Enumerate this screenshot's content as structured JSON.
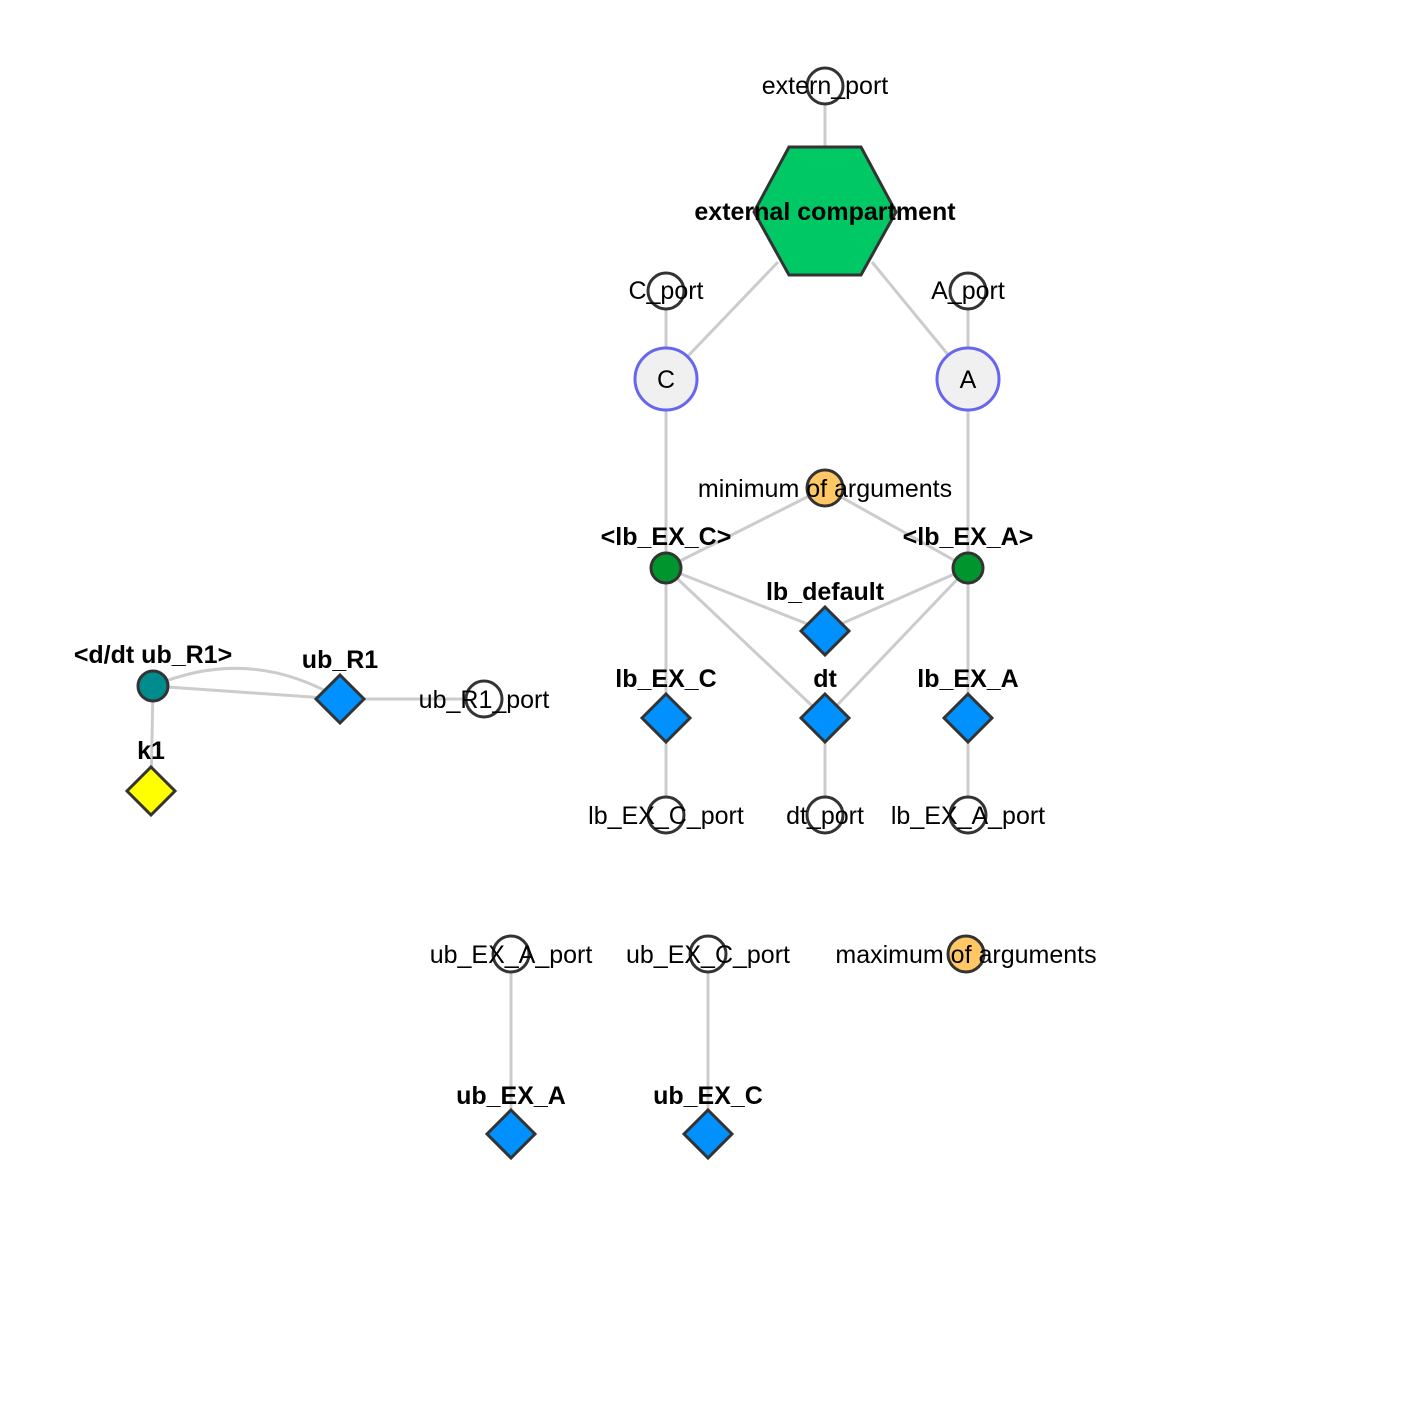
{
  "colors": {
    "compartment": "#00c864",
    "species_fill": "#f0f0f0",
    "species_stroke": "#6666ee",
    "parameter": "#0091ff",
    "constant": "#ffff00",
    "assignment": "#00962d",
    "rate": "#008c8c",
    "function": "#ffc864",
    "port": "#ffffff",
    "edge": "#cccccc"
  },
  "nodes": {
    "extern_port": "extern_port",
    "external_compartment": "external compartment",
    "c_port": "C_port",
    "a_port": "A_port",
    "species_c": "C",
    "species_a": "A",
    "minimum_of_arguments": "minimum of arguments",
    "lb_ex_c_assign": "<lb_EX_C>",
    "lb_ex_a_assign": "<lb_EX_A>",
    "lb_default": "lb_default",
    "lb_ex_c": "lb_EX_C",
    "dt": "dt",
    "lb_ex_a": "lb_EX_A",
    "lb_ex_c_port": "lb_EX_C_port",
    "dt_port": "dt_port",
    "lb_ex_a_port": "lb_EX_A_port",
    "ddt_ub_r1": "<d/dt ub_R1>",
    "ub_r1": "ub_R1",
    "ub_r1_port": "ub_R1_port",
    "k1": "k1",
    "ub_ex_a_port": "ub_EX_A_port",
    "ub_ex_c_port": "ub_EX_C_port",
    "maximum_of_arguments": "maximum of arguments",
    "ub_ex_a": "ub_EX_A",
    "ub_ex_c": "ub_EX_C"
  }
}
